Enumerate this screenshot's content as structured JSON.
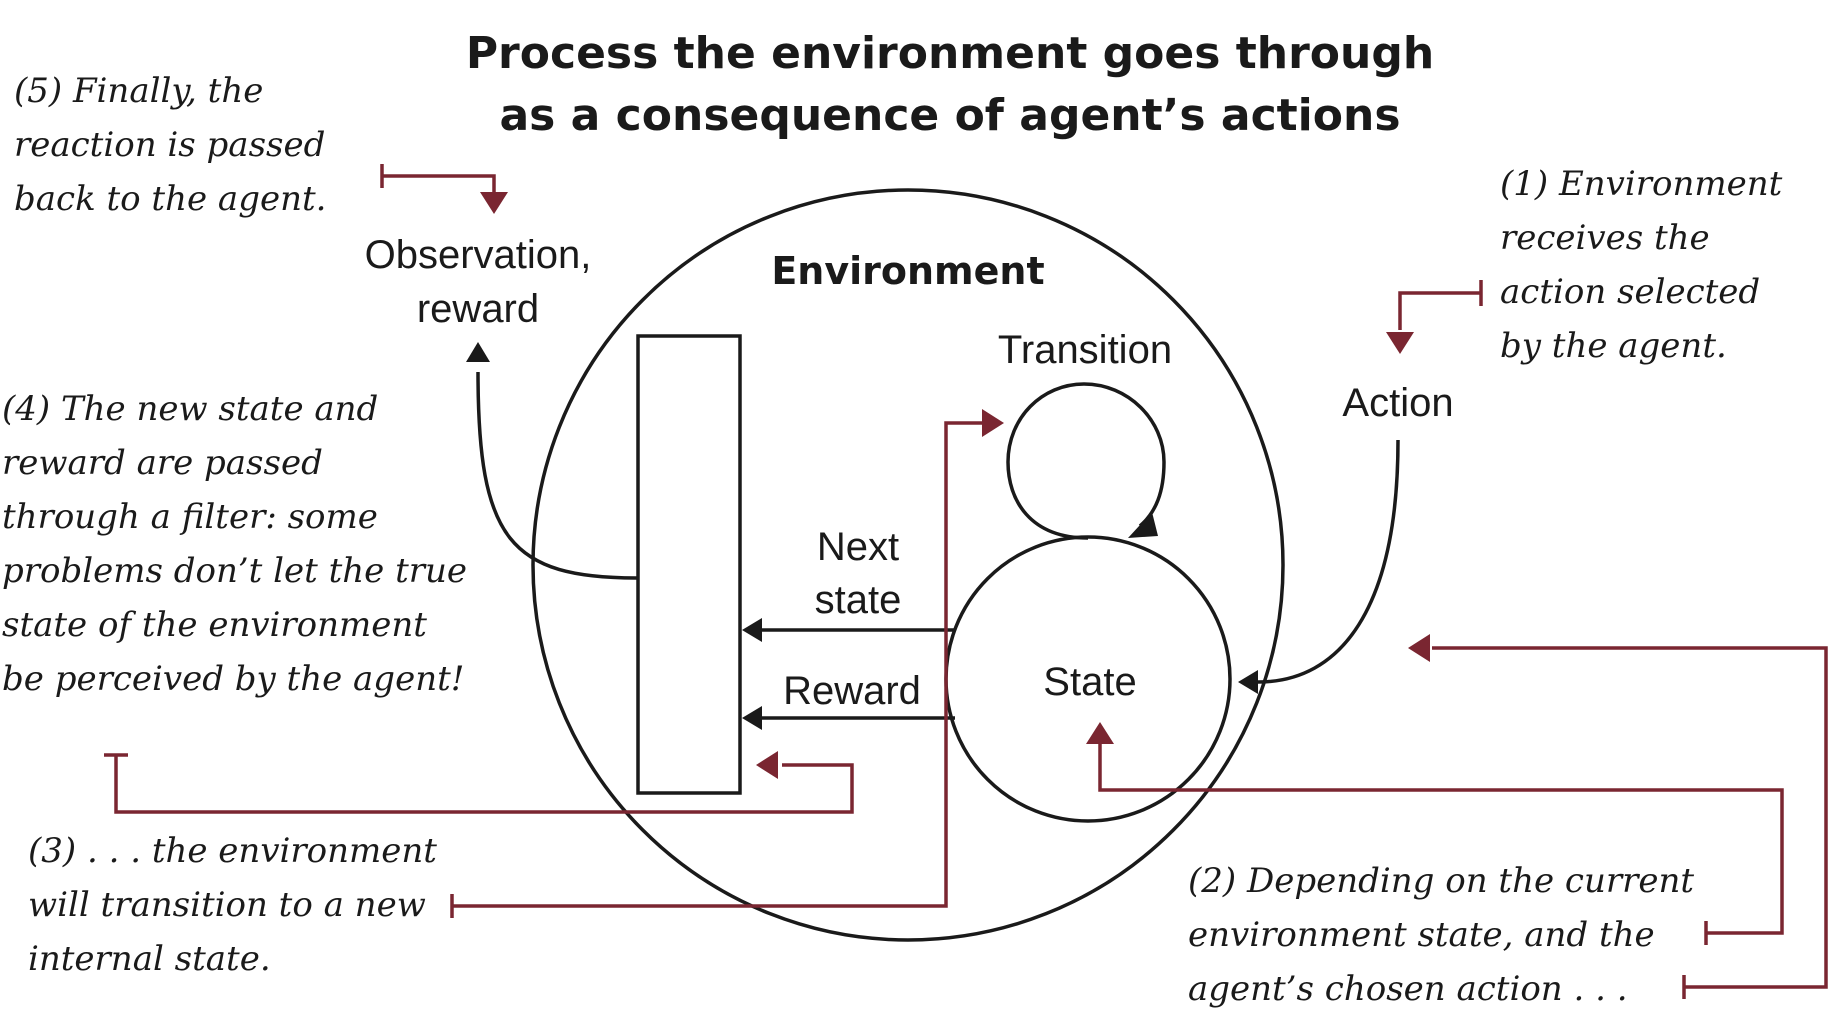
{
  "title": {
    "line1": "Process the environment goes through",
    "line2": "as a consequence of agent’s actions"
  },
  "labels": {
    "environment": "Environment",
    "transition": "Transition",
    "state": "State",
    "next_state_line1": "Next",
    "next_state_line2": "state",
    "reward": "Reward",
    "action": "Action",
    "observation_line1": "Observation,",
    "observation_line2": "reward"
  },
  "notes": {
    "step1": [
      "(1) Environment",
      "receives the",
      "action selected",
      "by the agent."
    ],
    "step2": [
      "(2) Depending on the current",
      "environment state, and the",
      "agent’s chosen action . . ."
    ],
    "step3": [
      "(3) . . . the environment",
      "will transition to a new",
      "internal state."
    ],
    "step4": [
      "(4) The new state and",
      "reward are passed",
      "through a filter: some",
      "problems don’t let the true",
      "state of the environment",
      "be perceived by the agent!"
    ],
    "step5": [
      "(5) Finally, the",
      "reaction is passed",
      "back to the agent."
    ]
  },
  "colors": {
    "ink": "#1a1a1a",
    "annotation_red": "#7a2631",
    "background": "#ffffff"
  }
}
